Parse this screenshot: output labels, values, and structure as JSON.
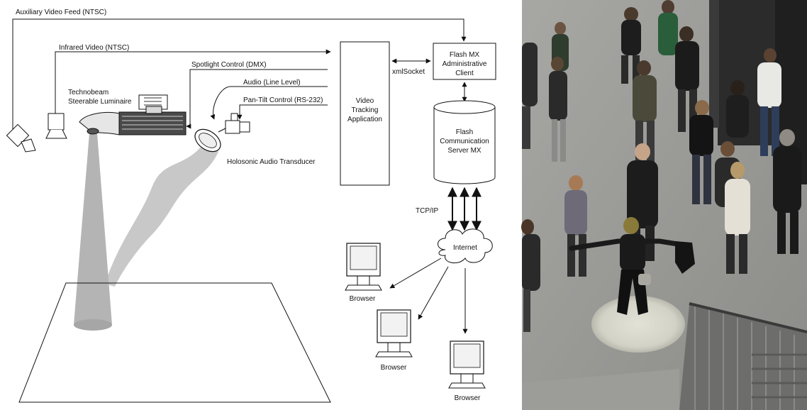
{
  "diagram": {
    "signals": {
      "aux_video": "Auxiliary Video Feed (NTSC)",
      "infrared_video": "Infrared Video (NTSC)",
      "spotlight_control": "Spotlight Control (DMX)",
      "audio": "Audio (Line Level)",
      "pan_tilt": "Pan-Tilt Control (RS-232)",
      "xml_socket": "xmlSocket",
      "tcp_ip": "TCP/IP"
    },
    "devices": {
      "luminaire": [
        "Technobeam",
        "Steerable Luminaire"
      ],
      "audio_transducer": "Holosonic Audio Transducer",
      "video_tracking": [
        "Video",
        "Tracking",
        "Application"
      ],
      "admin_client": [
        "Flash MX",
        "Administrative",
        "Client"
      ],
      "comm_server": [
        "Flash",
        "Communication",
        "Server MX"
      ],
      "internet": "Internet",
      "browser_label": "Browser"
    },
    "icons": [
      "camera-icon",
      "infrared-camera-icon",
      "luminaire-icon",
      "audio-transducer-icon",
      "computer-monitor-icon",
      "cloud-icon"
    ]
  },
  "photo": {
    "description_icon": "photo-panel",
    "colors": {
      "floor": "#9a9a98",
      "spot": "#d7d6cc",
      "wall": "#2b2b2b"
    }
  }
}
